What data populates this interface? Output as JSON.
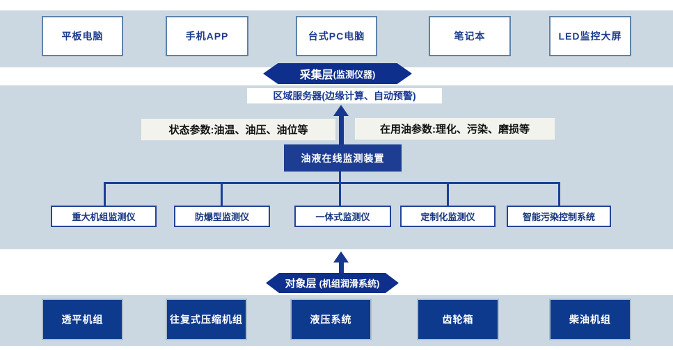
{
  "colors": {
    "band_background": "#cbd8e1",
    "navy_accent": "#0e3a8e",
    "pill_navy": "#0e2f8c",
    "device_box_blue": "#1d3d92",
    "connector_blue": "#1c3f96",
    "label_background": "#f3f3ee"
  },
  "top_band": {
    "devices": [
      "平板电脑",
      "手机APP",
      "台式PC电脑",
      "笔记本",
      "LED监控大屏"
    ]
  },
  "collect_layer": {
    "title": "采集层",
    "subtitle": "(监测仪器)"
  },
  "server": {
    "label": "区域服务器(边缘计算、自动预警)"
  },
  "params": {
    "left": "状态参数:油温、油压、油位等",
    "right": "在用油参数:理化、污染、磨损等"
  },
  "monitor_device": {
    "label": "油液在线监测装置"
  },
  "instruments": [
    "重大机组监测仪",
    "防爆型监测仪",
    "一体式监测仪",
    "定制化监测仪",
    "智能污染控制系统"
  ],
  "object_layer": {
    "title": "对象层",
    "subtitle": "(机组润滑系统)"
  },
  "equipment": [
    "透平机组",
    "往复式压缩机组",
    "液压系统",
    "齿轮箱",
    "柴油机组"
  ]
}
